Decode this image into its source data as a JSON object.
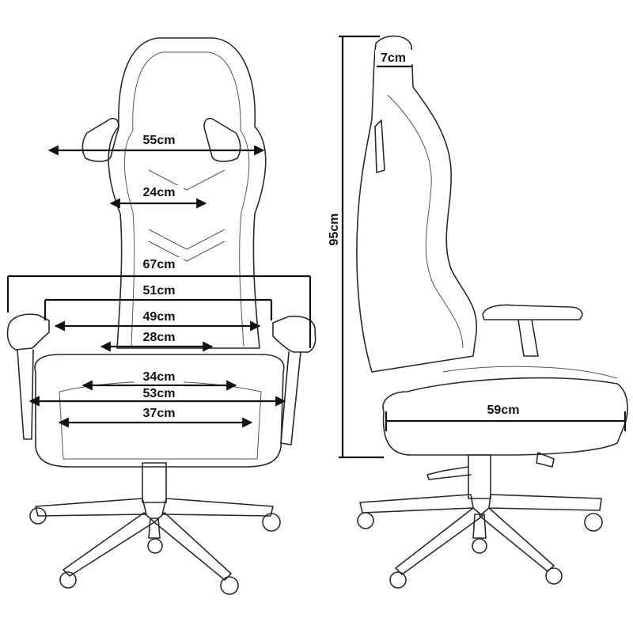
{
  "dimensions": {
    "front_headrest_width": "55cm",
    "front_lumbar_width": "24cm",
    "front_outer_width": "67cm",
    "front_armrest_inner": "51cm",
    "front_back_width": "49cm",
    "front_back_inner": "28cm",
    "front_seat_inner": "34cm",
    "front_seat_width": "53cm",
    "front_seat_pad": "37cm",
    "side_headrest_depth": "7cm",
    "side_height": "95cm",
    "side_seat_depth": "59cm"
  },
  "colors": {
    "line": "#2a2a2a",
    "arrow": "#111111",
    "background": "#ffffff"
  }
}
